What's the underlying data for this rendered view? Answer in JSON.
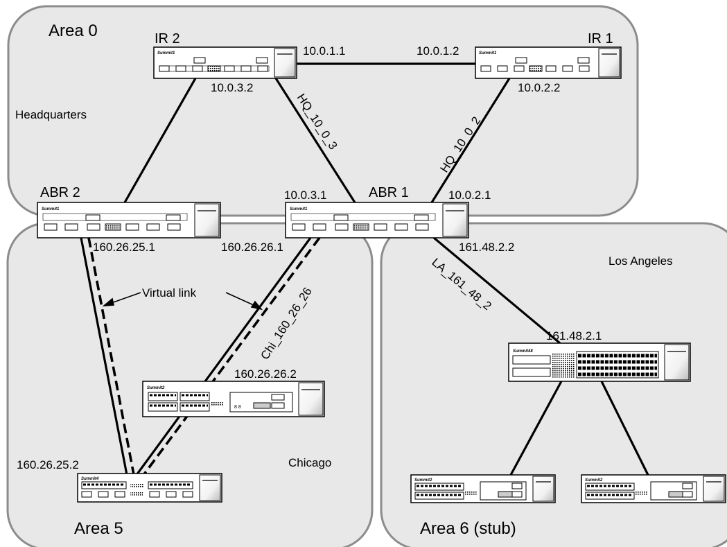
{
  "areas": {
    "area0": {
      "label": "Area 0",
      "region": "Headquarters"
    },
    "area5": {
      "label": "Area 5",
      "region": "Chicago"
    },
    "area6": {
      "label": "Area 6 (stub)",
      "region": "Los Angeles"
    }
  },
  "devices": {
    "ir2": {
      "name": "IR 2",
      "brand": "Summit1"
    },
    "ir1": {
      "name": "IR 1",
      "brand": "Summit1"
    },
    "abr2": {
      "name": "ABR 2",
      "brand": "Summit1"
    },
    "abr1": {
      "name": "ABR 1",
      "brand": "Summit1"
    },
    "chi_mid": {
      "brand": "Summit2"
    },
    "chi_bottom": {
      "brand": "Summit4"
    },
    "la_core": {
      "brand": "Summit48"
    },
    "la_left": {
      "brand": "Summit2"
    },
    "la_right": {
      "brand": "Summit2"
    }
  },
  "interfaces": {
    "ir2_ir1": "10.0.1.1",
    "ir1_ir2": "10.0.1.2",
    "ir2_abr1": "10.0.3.2",
    "ir1_abr1": "10.0.2.2",
    "abr1_ir2": "10.0.3.1",
    "abr1_ir1": "10.0.2.1",
    "abr2_chi": "160.26.25.1",
    "abr1_chi": "160.26.26.1",
    "abr1_la": "161.48.2.2",
    "la_core": "161.48.2.1",
    "chi_mid": "160.26.26.2",
    "chi_bottom": "160.26.25.2"
  },
  "links": {
    "hq_10_0_3": "HQ_10_0_3",
    "hq_10_0_2": "HQ_10_0_2",
    "chi": "Chi_160_26_26",
    "la": "LA_161_48_2"
  },
  "virtual_link": "Virtual link"
}
